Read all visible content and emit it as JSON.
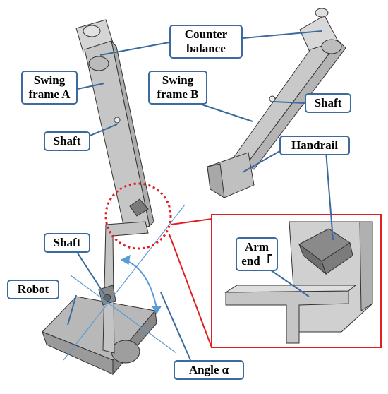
{
  "labels": {
    "counter_balance_line1": "Counter",
    "counter_balance_line2": "balance",
    "swing_frame_a_line1": "Swing",
    "swing_frame_a_line2": "frame A",
    "swing_frame_b_line1": "Swing",
    "swing_frame_b_line2": "frame B",
    "shaft_right": "Shaft",
    "shaft_left": "Shaft",
    "shaft_lower": "Shaft",
    "handrail": "Handrail",
    "arm_end_line1": "Arm",
    "arm_end_line2": "end「",
    "robot": "Robot",
    "angle": "Angle α"
  },
  "colors": {
    "callout_border": "#3d6a9e",
    "frame_fill": "#c8c8c8",
    "frame_stroke": "#333333",
    "highlight_red": "#e02020",
    "angle_arrow": "#5b9bd5"
  }
}
